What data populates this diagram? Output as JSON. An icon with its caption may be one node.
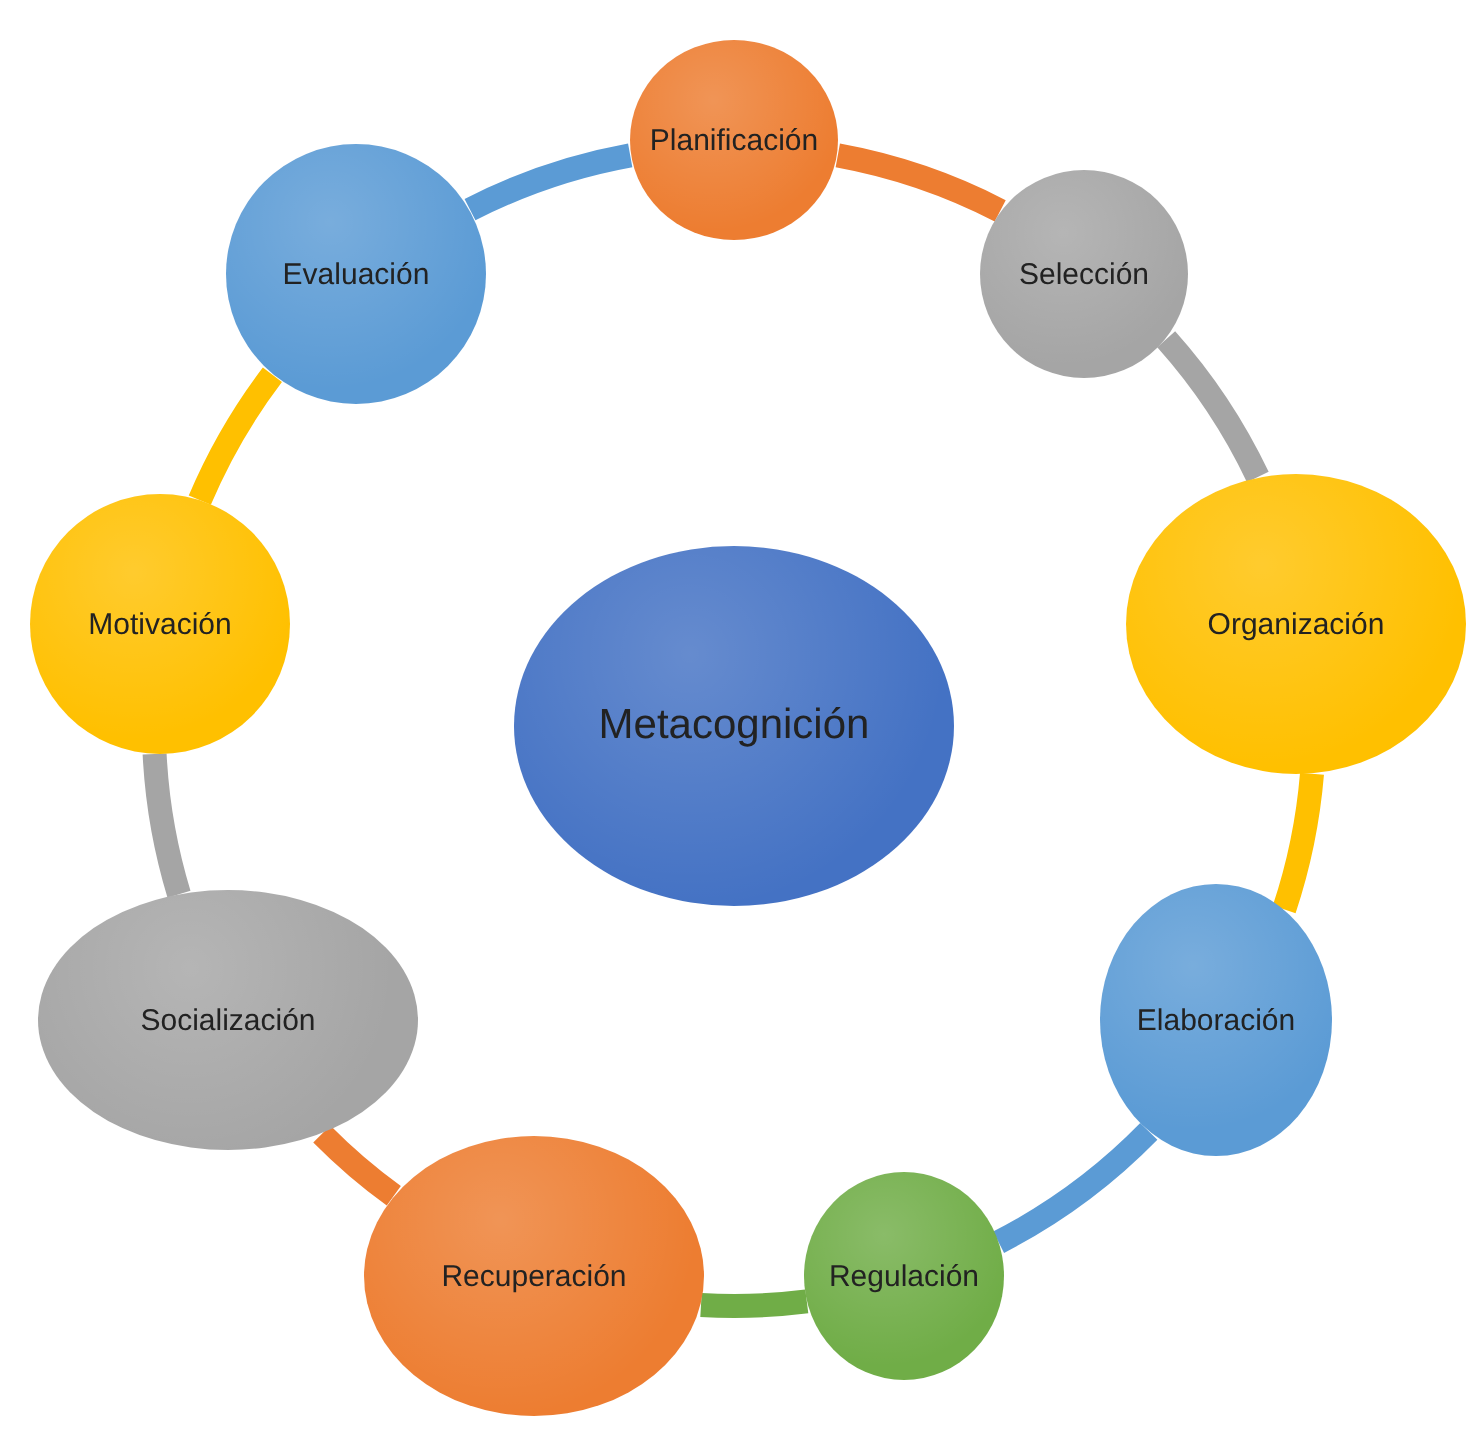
{
  "diagram": {
    "nodes": [
      {
        "text": [
          "Planificación"
        ]
      },
      {
        "text": [
          "Selección"
        ]
      },
      {
        "text": [
          "Organización"
        ]
      },
      {
        "text": [
          "Elaboración"
        ]
      },
      {
        "text": [
          "Regulación"
        ]
      },
      {
        "text": [
          "Recuperación"
        ]
      },
      {
        "text": [
          "Socialización"
        ]
      },
      {
        "text": [
          "Motivación"
        ]
      },
      {
        "text": [
          "Evaluación"
        ]
      },
      {
        "text": [
          "Metacognición"
        ]
      }
    ],
    "edges": [
      {
        "from": 0,
        "to": 1,
        "arrow": "none",
        "color": "#ed7d31"
      },
      {
        "from": 1,
        "to": 2,
        "arrow": "none",
        "color": "#a5a5a5"
      },
      {
        "from": 2,
        "to": 3,
        "arrow": "none",
        "color": "#ffc000"
      },
      {
        "from": 3,
        "to": 4,
        "arrow": "none",
        "color": "#5b9bd5"
      },
      {
        "from": 4,
        "to": 5,
        "arrow": "none",
        "color": "#70ad47"
      },
      {
        "from": 5,
        "to": 6,
        "arrow": "none",
        "color": "#ed7d31"
      },
      {
        "from": 6,
        "to": 7,
        "arrow": "none",
        "color": "#a5a5a5"
      },
      {
        "from": 7,
        "to": 8,
        "arrow": "none",
        "color": "#ffc000"
      },
      {
        "from": 8,
        "to": 0,
        "arrow": "none",
        "color": "#5b9bd5"
      }
    ]
  }
}
